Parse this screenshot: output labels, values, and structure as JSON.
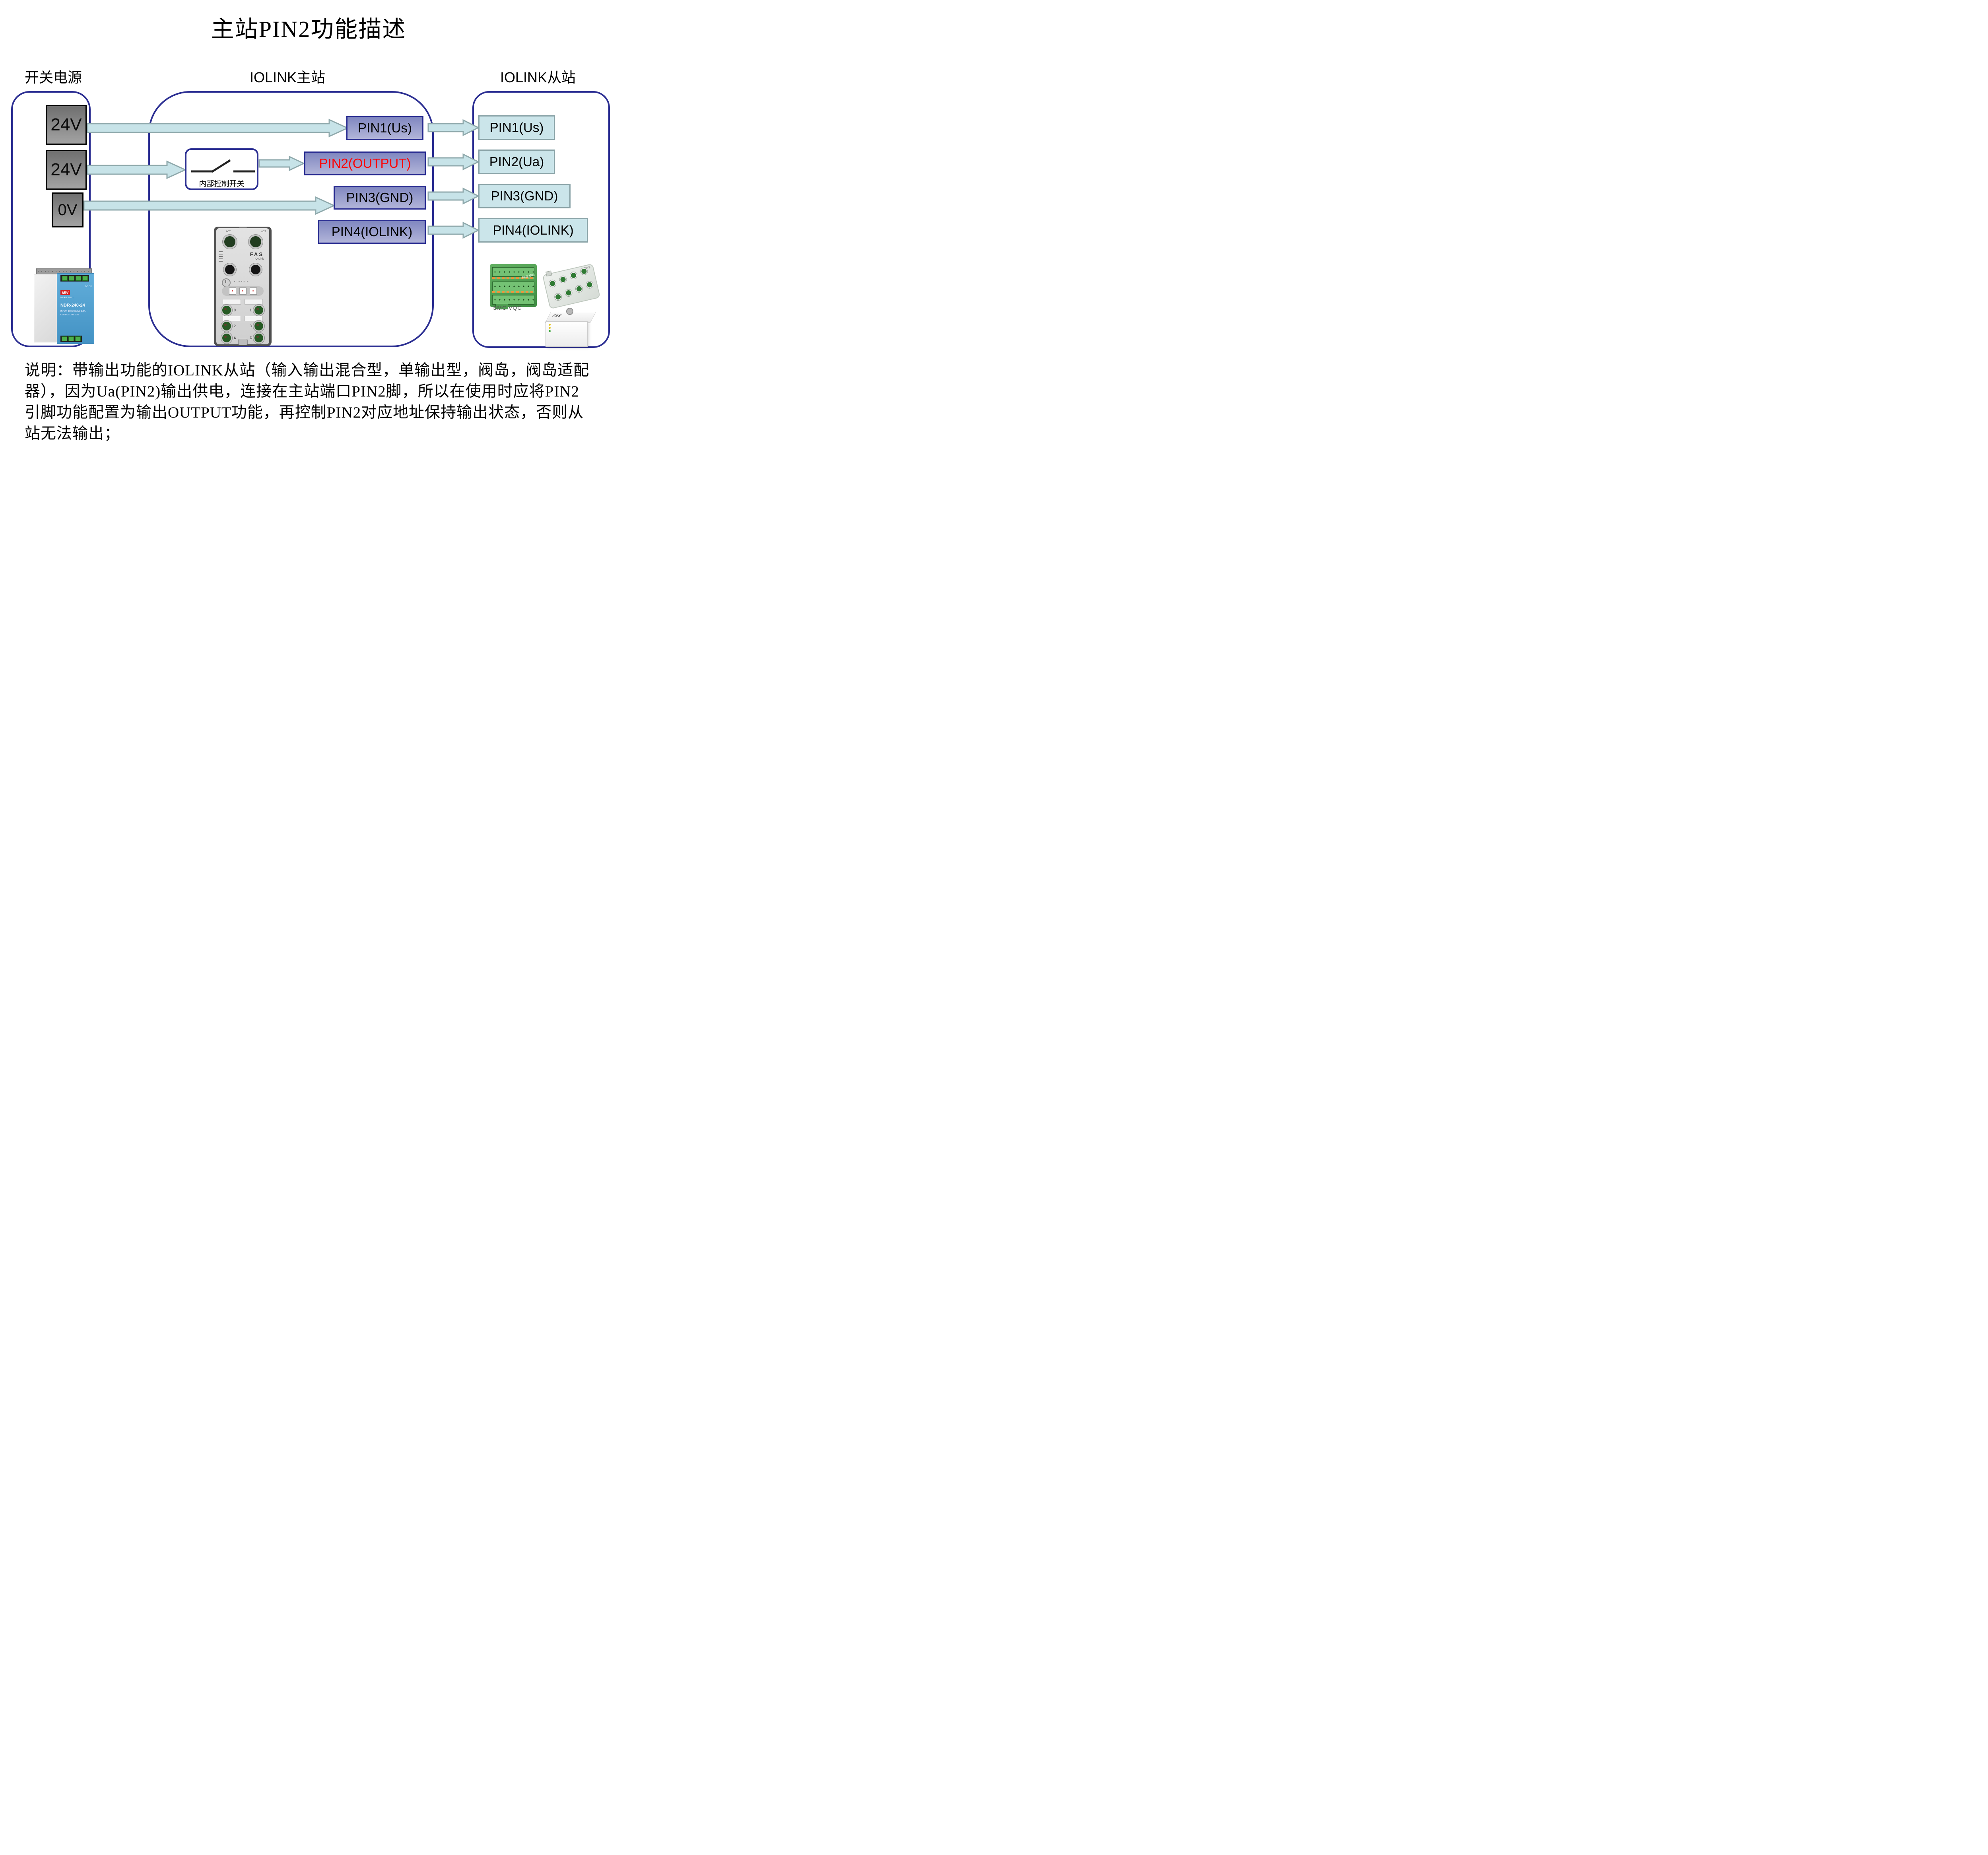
{
  "title": "主站PIN2功能描述",
  "headers": {
    "power": "开关电源",
    "master": "IOLINK主站",
    "slave": "IOLINK从站"
  },
  "power": {
    "blocks": [
      {
        "label": "24V"
      },
      {
        "label": "24V"
      },
      {
        "label": "0V"
      }
    ],
    "device": {
      "logo": "MW",
      "logo_sub": "MEAN WELL",
      "model": "NDR-240-24",
      "input_line": "INPUT: 100-240VAC 2.8A",
      "output_line": "OUTPUT: 24V  10A",
      "dc_ok": "DC OK"
    }
  },
  "master": {
    "switch_label": "内部控制开关",
    "pins": [
      {
        "label": "PIN1(Us)"
      },
      {
        "label": "PIN2(OUTPUT)"
      },
      {
        "label": "PIN3(GND)"
      },
      {
        "label": "PIN4(IOLINK)"
      }
    ],
    "device": {
      "brand": "FAS",
      "series": "IO-Link",
      "led_left": "ACT",
      "led_right": "ACT",
      "digit_labels": "X100  X10  X1",
      "ports": [
        "0",
        "1",
        "2",
        "3",
        "4",
        "5",
        "6",
        "7"
      ]
    }
  },
  "slave": {
    "pins": [
      {
        "label": "PIN1(Us)"
      },
      {
        "label": "PIN2(Ua)"
      },
      {
        "label": "PIN3(GND)"
      },
      {
        "label": "PIN4(IOLINK)"
      }
    ],
    "products": {
      "terminal_module_label": "FAS-Elec",
      "hub_label": "FAS",
      "cable_label": "SMC VQC",
      "box_label": "FAS"
    }
  },
  "note": {
    "lines": [
      "说明：带输出功能的IOLINK从站（输入输出混合型，单输出型，阀岛，阀岛适配",
      "器），因为Ua(PIN2)输出供电，连接在主站端口PIN2脚，所以在使用时应将PIN2",
      "引脚功能配置为输出OUTPUT功能，再控制PIN2对应地址保持输出状态，否则从",
      "站无法输出；"
    ]
  },
  "colors": {
    "outline": "#2b2e92",
    "arrow_fill": "#c7e3e8",
    "arrow_stroke": "#8fa9ac",
    "pin_purple_top": "#8087c0",
    "pin_purple_bottom": "#b2b5d9",
    "pin_cyan": "#cbe5ea",
    "pin_cyan_border": "#8aa3a7",
    "pin2_text": "#ff0000",
    "block_gray_top": "#6f6f6f",
    "block_gray_bottom": "#a3a3a3"
  }
}
